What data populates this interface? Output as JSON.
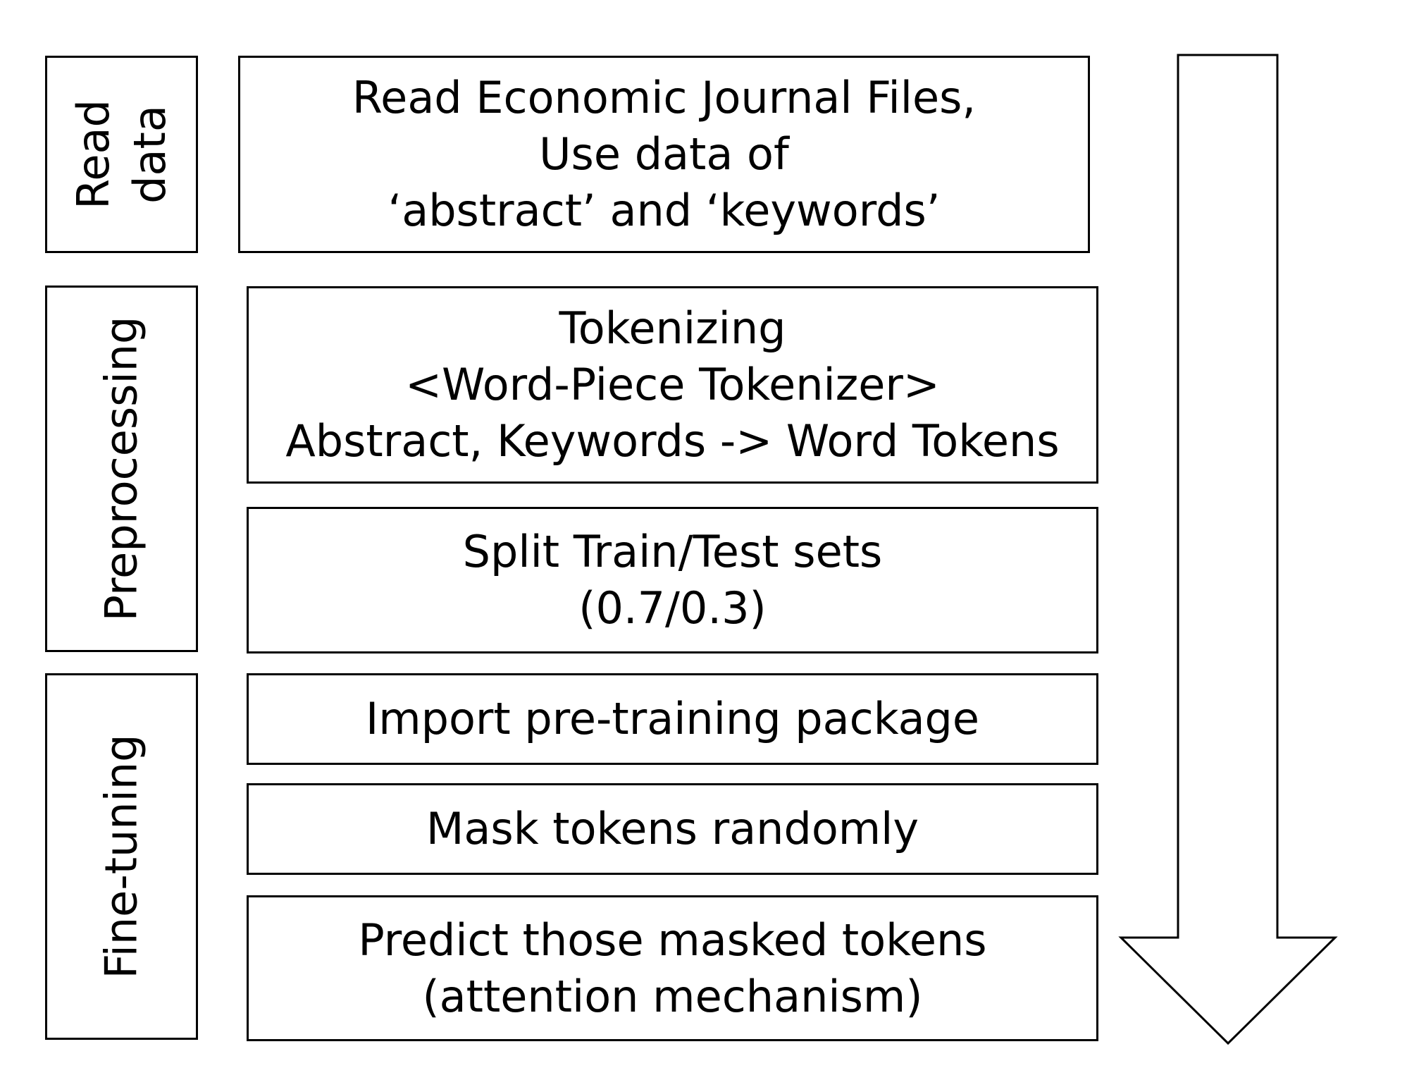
{
  "stages": [
    {
      "id": "read",
      "label_lines": [
        "Read",
        "data"
      ]
    },
    {
      "id": "preprocessing",
      "label_lines": [
        "Preprocessing"
      ]
    },
    {
      "id": "finetuning",
      "label_lines": [
        "Fine-tuning"
      ]
    }
  ],
  "steps": [
    {
      "id": "read-files",
      "lines": [
        "Read Economic Journal Files,",
        "Use data of",
        "‘abstract’ and ‘keywords’"
      ]
    },
    {
      "id": "tokenizing",
      "lines": [
        "Tokenizing",
        "<Word-Piece Tokenizer>",
        "Abstract, Keywords -> Word Tokens"
      ]
    },
    {
      "id": "split",
      "lines": [
        "Split Train/Test sets",
        "(0.7/0.3)"
      ]
    },
    {
      "id": "import",
      "lines": [
        "Import pre-training package"
      ]
    },
    {
      "id": "mask",
      "lines": [
        "Mask tokens randomly"
      ]
    },
    {
      "id": "predict",
      "lines": [
        "Predict those masked tokens",
        "(attention mechanism)"
      ]
    }
  ],
  "colors": {
    "stroke": "#000000",
    "fill": "#ffffff"
  }
}
